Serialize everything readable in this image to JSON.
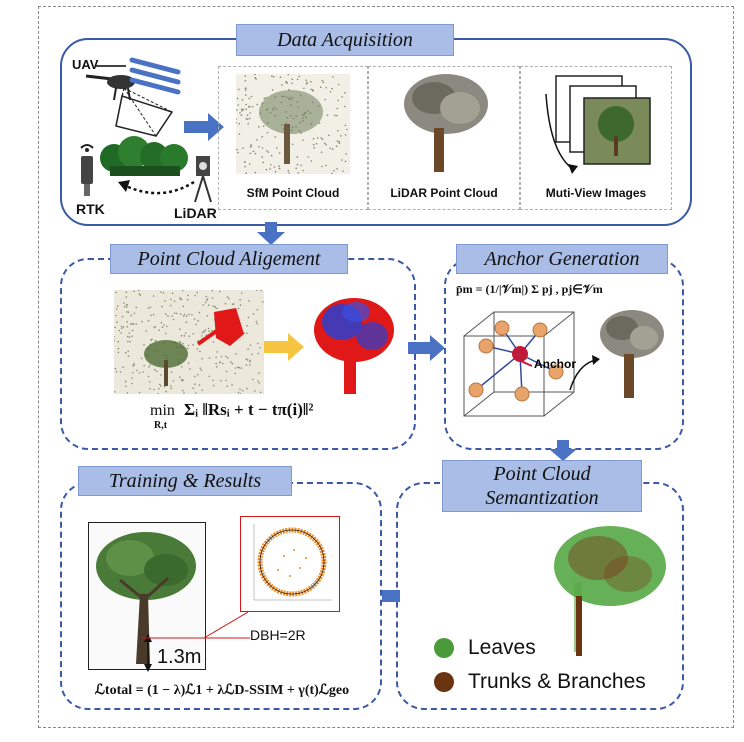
{
  "sections": {
    "data_acquisition": "Data Acquisition",
    "alignment": "Point Cloud Aligement",
    "anchor": "Anchor Generation",
    "semantization_line1": "Point Cloud",
    "semantization_line2": "Semantization",
    "training": "Training & Results"
  },
  "acquisition": {
    "uav": "UAV",
    "rtk": "RTK",
    "lidar": "LiDAR",
    "captions": [
      "SfM Point Cloud",
      "LiDAR Point Cloud",
      "Muti-View Images"
    ]
  },
  "alignment": {
    "formula_min": "min",
    "formula_sub": "R,t",
    "formula_body": "Σᵢ ‖Rsᵢ + t − tπ(i)‖²"
  },
  "anchor": {
    "formula": "p̄m = (1/|𝒱m|) Σ pj , pj∈𝒱m",
    "label": "Anchor"
  },
  "semantic_legend": [
    {
      "label": "Leaves",
      "color": "#4a9a3a"
    },
    {
      "label": "Trunks & Branches",
      "color": "#6b3410"
    }
  ],
  "training": {
    "height": "1.3m",
    "dbh": "DBH=2R",
    "loss": "ℒtotal = (1 − λ)ℒ1 + λℒD-SSIM + γ(t)ℒgeo"
  },
  "colors": {
    "panel_border": "#3a5aa8",
    "title_fill": "#a9bde6",
    "arrow_blue": "#4a72c4",
    "arrow_yellow": "#f5c542"
  }
}
